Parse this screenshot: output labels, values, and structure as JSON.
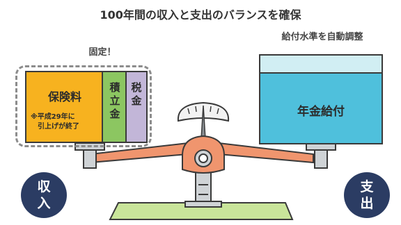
{
  "title": "100年間の収入と支出のバランスを確保",
  "income": {
    "fixed_label": "固定！",
    "premium": "保険料",
    "premium_note_line1": "※平成29年に",
    "premium_note_line2": "引上げが終了",
    "reserve": "積立金",
    "tax": "税金",
    "circle_line1": "収",
    "circle_line2": "入"
  },
  "expense": {
    "auto_label": "給付水準を自動調整",
    "benefit": "年金給付",
    "circle_line1": "支",
    "circle_line2": "出"
  },
  "colors": {
    "premium": "#f7b21f",
    "reserve": "#8cc661",
    "tax": "#c2b6d8",
    "benefit": "#4fc0dc",
    "benefit_top": "#d1eef3",
    "beam": "#f0956e",
    "base": "#c9e59a",
    "circle": "#2b3c63"
  }
}
